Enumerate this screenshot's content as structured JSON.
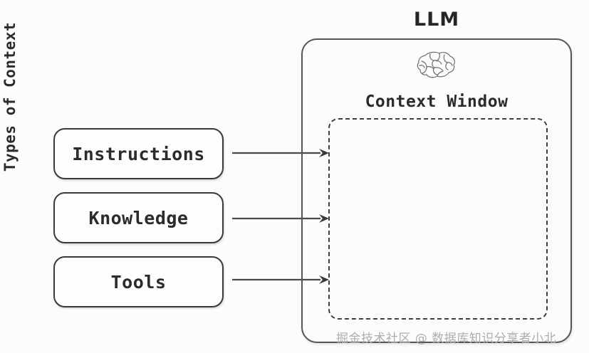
{
  "diagram": {
    "axis_label": "Types of Context",
    "context_types": [
      {
        "label": "Instructions",
        "icon": "rounded-rect"
      },
      {
        "label": "Knowledge",
        "icon": "rounded-rect"
      },
      {
        "label": "Tools",
        "icon": "rounded-rect"
      }
    ],
    "llm": {
      "title": "LLM",
      "brain_icon": "brain-icon",
      "context_window_label": "Context Window"
    },
    "arrows": [
      {
        "from": "Instructions",
        "to": "Context Window",
        "icon": "arrow-right-icon"
      },
      {
        "from": "Knowledge",
        "to": "Context Window",
        "icon": "arrow-right-icon"
      },
      {
        "from": "Tools",
        "to": "Context Window",
        "icon": "arrow-right-icon"
      }
    ],
    "watermark": "掘金技术社区 @ 数据库知识分享者小北"
  },
  "colors": {
    "background": "#fcfcfc",
    "box_stroke": "#3a3a3a",
    "llm_stroke": "#555555",
    "dashed_stroke": "#3f3f3f",
    "text": "#2b2b2b",
    "watermark": "#adadad"
  }
}
